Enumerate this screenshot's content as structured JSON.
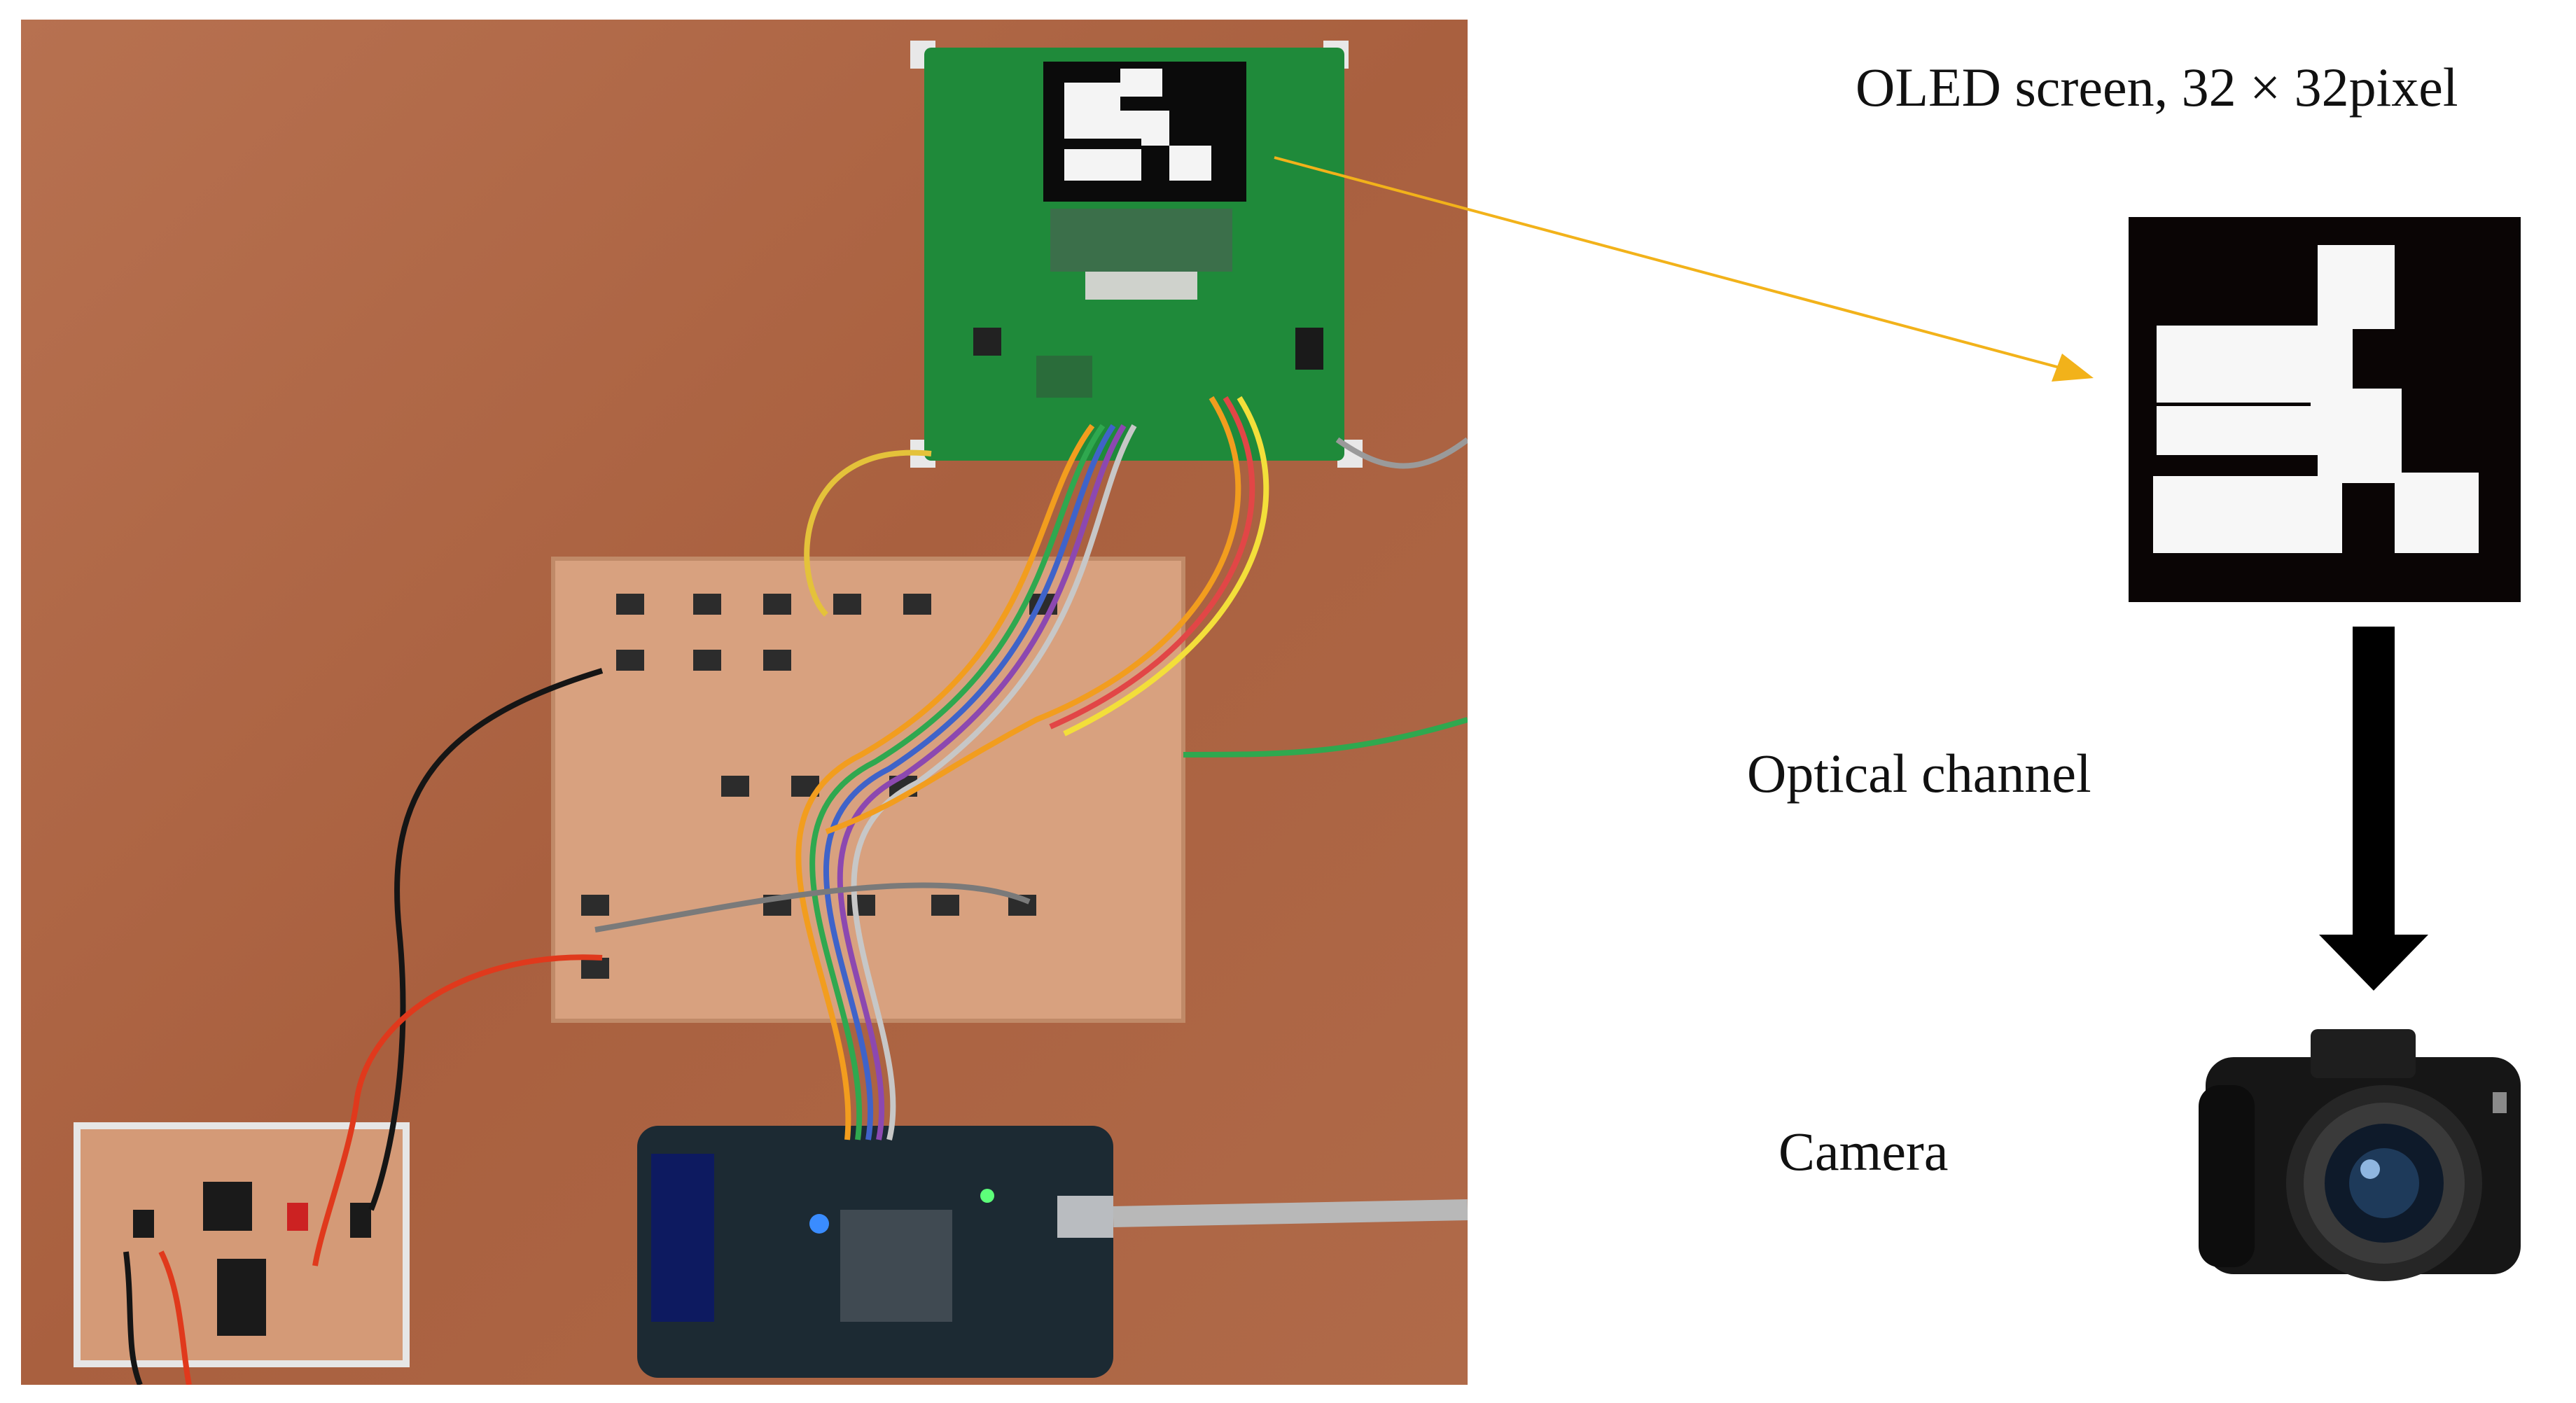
{
  "labels": {
    "oled_screen": "OLED screen, 32 × 32pixel",
    "optical_channel": "Optical channel",
    "camera": "Camera"
  },
  "icons": {
    "oled_zoom": "oled-pixel-pattern",
    "camera": "dslr-camera-icon",
    "arrow_down": "arrow-down-icon",
    "pointer_arrow": "pointer-arrow"
  },
  "colors": {
    "pointer_arrow": "#f2b21a",
    "background": "#ffffff",
    "table_surface": "#b26a4a",
    "oled_pcb": "#1f8a3a"
  }
}
